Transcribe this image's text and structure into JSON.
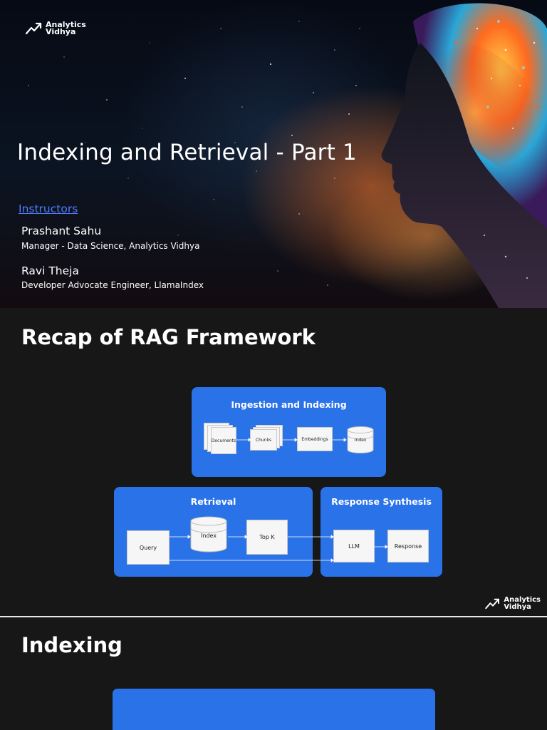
{
  "brand": {
    "logo_line1": "Analytics",
    "logo_line2": "Vidhya",
    "accent": "#2a72e8",
    "link_color": "#4f7bff"
  },
  "slide1": {
    "title": "Indexing and Retrieval - Part 1",
    "instructors_label": "Instructors",
    "instructors": [
      {
        "name": "Prashant Sahu",
        "role": "Manager - Data Science, Analytics Vidhya"
      },
      {
        "name": "Ravi Theja",
        "role": "Developer Advocate Engineer, LlamaIndex"
      }
    ]
  },
  "slide2": {
    "title": "Recap of RAG Framework",
    "diagram": {
      "ingestion": {
        "title": "Ingestion and Indexing",
        "documents": "Documents",
        "chunks": "Chunks",
        "embeddings": "Embeddings",
        "index": "Index"
      },
      "retrieval": {
        "title": "Retrieval",
        "query": "Query",
        "index": "Index",
        "topk": "Top K"
      },
      "synthesis": {
        "title": "Response Synthesis",
        "llm": "LLM",
        "response": "Response"
      }
    }
  },
  "slide3": {
    "title": "Indexing"
  }
}
